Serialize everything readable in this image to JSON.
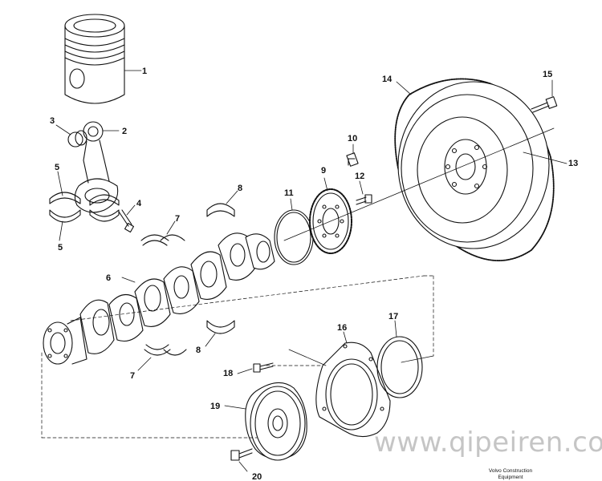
{
  "diagram": {
    "callouts": [
      "1",
      "2",
      "3",
      "4",
      "5",
      "5",
      "6",
      "7",
      "7",
      "8",
      "8",
      "9",
      "10",
      "11",
      "12",
      "13",
      "14",
      "15",
      "16",
      "17",
      "18",
      "19",
      "20"
    ],
    "credit_line1": "Volvo Construction",
    "credit_line2": "Equipment",
    "watermark": "www.qipeiren.com"
  }
}
